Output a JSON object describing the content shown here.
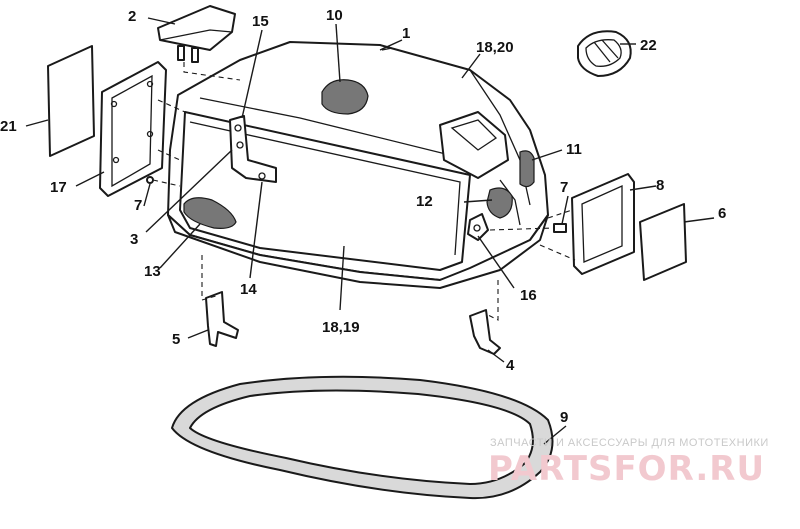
{
  "callouts": {
    "c1": "1",
    "c2": "2",
    "c3": "3",
    "c4": "4",
    "c5": "5",
    "c6": "6",
    "c7a": "7",
    "c7b": "7",
    "c8": "8",
    "c9": "9",
    "c10": "10",
    "c11": "11",
    "c12": "12",
    "c13": "13",
    "c14": "14",
    "c15": "15",
    "c16": "16",
    "c17": "17",
    "c18_19": "18,19",
    "c18_20": "18,20",
    "c21": "21",
    "c22": "22"
  },
  "watermark": {
    "tagline": "ЗАПЧАСТИ И АКСЕССУАРЫ ДЛЯ МОТОТЕХНИКИ",
    "brand": "PARTSFOR.RU"
  },
  "colors": {
    "line": "#1a1a1a",
    "foam": "#777777",
    "watermark_brand": "#f2c9cf",
    "watermark_text": "#c9c9c9"
  }
}
